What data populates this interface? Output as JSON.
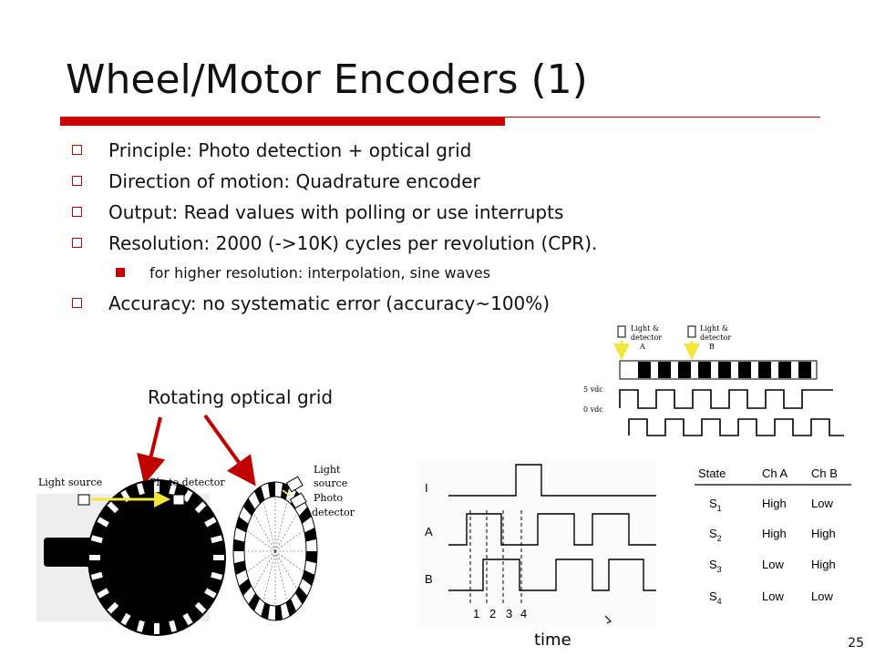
{
  "slide": {
    "title": "Wheel/Motor Encoders (1)",
    "page_number": "25",
    "accent_color": "#cc0000"
  },
  "bullets": [
    {
      "text": "Principle: Photo detection + optical grid"
    },
    {
      "text": "Direction of motion: Quadrature encoder"
    },
    {
      "text": "Output: Read values with polling or use interrupts"
    },
    {
      "text": "Resolution: 2000 (->10K) cycles per revolution (CPR)."
    },
    {
      "text": "for higher resolution: interpolation, sine waves"
    },
    {
      "text": "Accuracy: no systematic error (accuracy~100%)"
    }
  ],
  "figures": {
    "grid_caption": "Rotating optical grid",
    "wheel": {
      "light_source": "Light source",
      "photo_detector": "Photo detector",
      "side_light": "Light",
      "side_source": "source",
      "side_photo": "Photo",
      "side_detector": "detector"
    },
    "strip": {
      "a_line1": "Light &",
      "a_line2": "detector",
      "a_line3": "A",
      "b_line1": "Light &",
      "b_line2": "detector",
      "b_line3": "B",
      "v5": "5 vdc",
      "v0": "0 vdc"
    },
    "timing": {
      "labels": [
        "I",
        "A",
        "B"
      ],
      "ticks": [
        "1",
        "2",
        "3",
        "4"
      ],
      "time_label": "time"
    },
    "state_table": {
      "headers": [
        "State",
        "Ch A",
        "Ch B"
      ],
      "rows": [
        {
          "state": "S",
          "sub": "1",
          "a": "High",
          "b": "Low"
        },
        {
          "state": "S",
          "sub": "2",
          "a": "High",
          "b": "High"
        },
        {
          "state": "S",
          "sub": "3",
          "a": "Low",
          "b": "High"
        },
        {
          "state": "S",
          "sub": "4",
          "a": "Low",
          "b": "Low"
        }
      ]
    }
  }
}
